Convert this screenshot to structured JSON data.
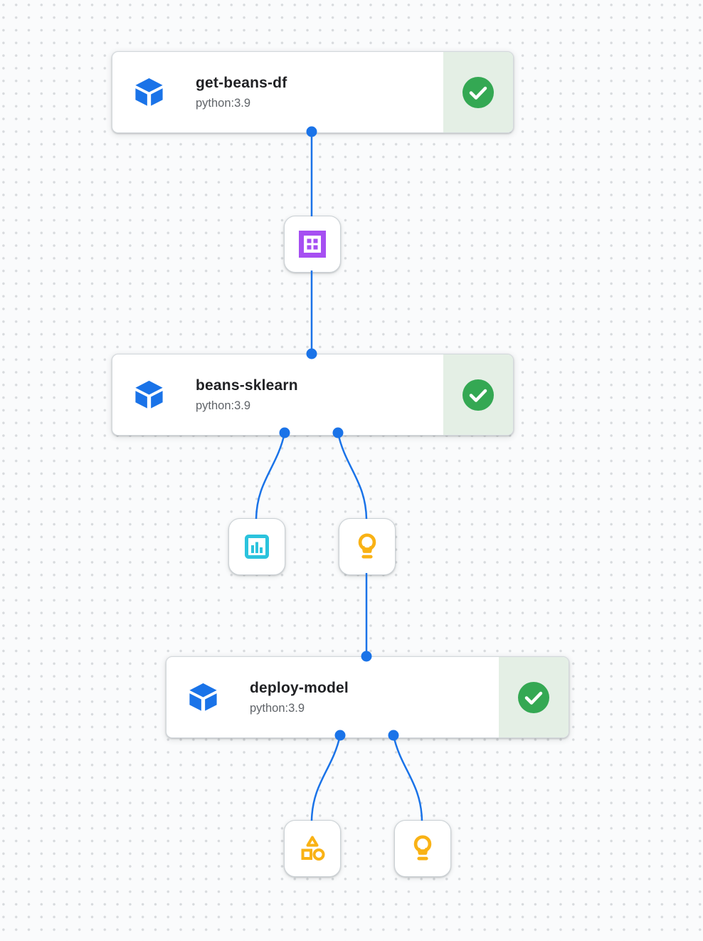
{
  "canvas": {
    "name": "pipeline-dag-canvas"
  },
  "colors": {
    "edge_blue": "#1a73e8",
    "cube_blue": "#1a73e8",
    "status_green": "#34a853",
    "status_bg_green": "#e4efe5",
    "dataset_purple": "#a64ff2",
    "metrics_cyan": "#2bc3dd",
    "artifact_amber": "#f9b215",
    "title_text": "#202124",
    "subtitle_text": "#5f6368"
  },
  "nodes": [
    {
      "title": "get-beans-df",
      "subtitle": "python:3.9",
      "status": "succeeded"
    },
    {
      "title": "beans-sklearn",
      "subtitle": "python:3.9",
      "status": "succeeded"
    },
    {
      "title": "deploy-model",
      "subtitle": "python:3.9",
      "status": "succeeded"
    }
  ],
  "artifact_nodes": [
    {
      "icon": "dataset-icon"
    },
    {
      "icon": "metrics-icon"
    },
    {
      "icon": "model-icon"
    },
    {
      "icon": "generic-artifact-icon"
    },
    {
      "icon": "model-icon"
    }
  ],
  "edges": [
    {
      "from": "get-beans-df",
      "to": "dataset-artifact"
    },
    {
      "from": "dataset-artifact",
      "to": "beans-sklearn"
    },
    {
      "from": "beans-sklearn",
      "to": "metrics-artifact"
    },
    {
      "from": "beans-sklearn",
      "to": "model-artifact"
    },
    {
      "from": "model-artifact",
      "to": "deploy-model"
    },
    {
      "from": "deploy-model",
      "to": "generic-artifact"
    },
    {
      "from": "deploy-model",
      "to": "model-artifact-2"
    }
  ]
}
